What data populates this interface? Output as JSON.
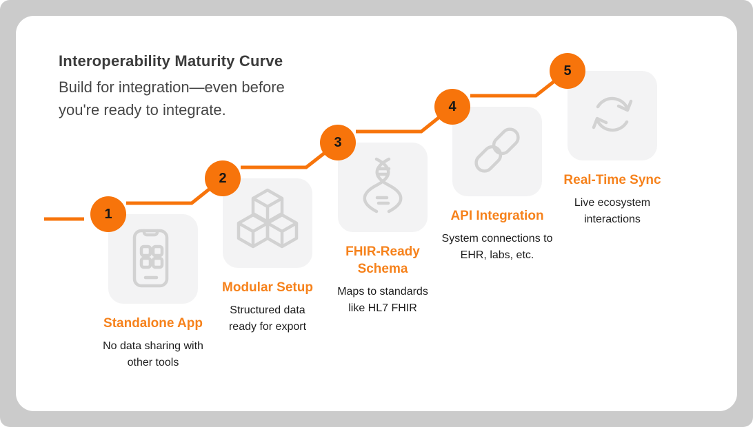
{
  "header": {
    "title": "Interoperability Maturity Curve",
    "subtitle": "Build for integration—even before you're ready to integrate."
  },
  "steps": [
    {
      "number": "1",
      "title": "Standalone App",
      "description": "No data sharing with other tools",
      "icon": "smartphone-icon"
    },
    {
      "number": "2",
      "title": "Modular Setup",
      "description": "Structured data ready for export",
      "icon": "cubes-icon"
    },
    {
      "number": "3",
      "title": "FHIR-Ready Schema",
      "description": "Maps to standards like HL7 FHIR",
      "icon": "dna-helix-icon"
    },
    {
      "number": "4",
      "title": "API Integration",
      "description": "System connections to EHR, labs, etc.",
      "icon": "chain-link-icon"
    },
    {
      "number": "5",
      "title": "Real-Time Sync",
      "description": "Live ecosystem interactions",
      "icon": "sync-arrows-icon"
    }
  ],
  "colors": {
    "accent_orange": "#F7740B",
    "step_title_orange": "#F6821C",
    "heading_text": "#3C3C3C",
    "body_text": "#1D1D1D",
    "card_background": "#F3F3F4",
    "icon_stroke": "#D2D2D2",
    "frame_background": "#CBCBCB",
    "canvas_background": "#FFFFFF"
  }
}
